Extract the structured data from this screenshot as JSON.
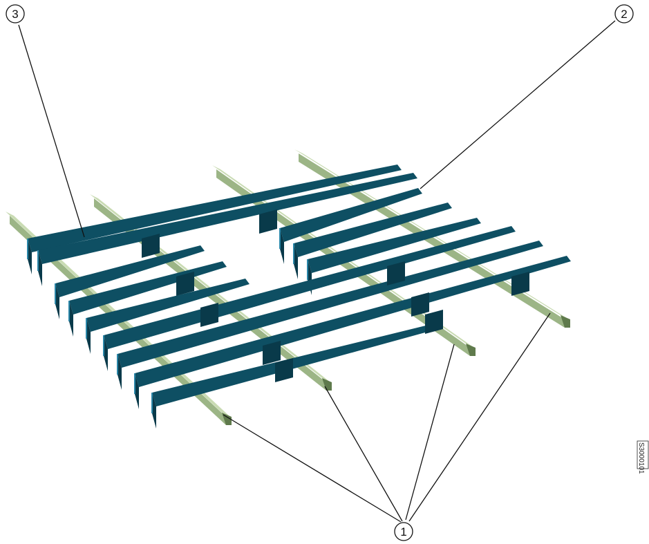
{
  "diagram": {
    "callouts": [
      {
        "id": "callout-1",
        "label": "1"
      },
      {
        "id": "callout-2",
        "label": "2"
      },
      {
        "id": "callout-3",
        "label": "3"
      }
    ],
    "reference_code": "S3000101"
  },
  "colors": {
    "rail_top": "#c9dbb3",
    "rail_side": "#9cb586",
    "rail_shadow": "#5f7a4c",
    "slat": "#0e4f63",
    "slat_dark": "#093a4a",
    "slat_edge": "#2a86a8",
    "line": "#111111"
  }
}
